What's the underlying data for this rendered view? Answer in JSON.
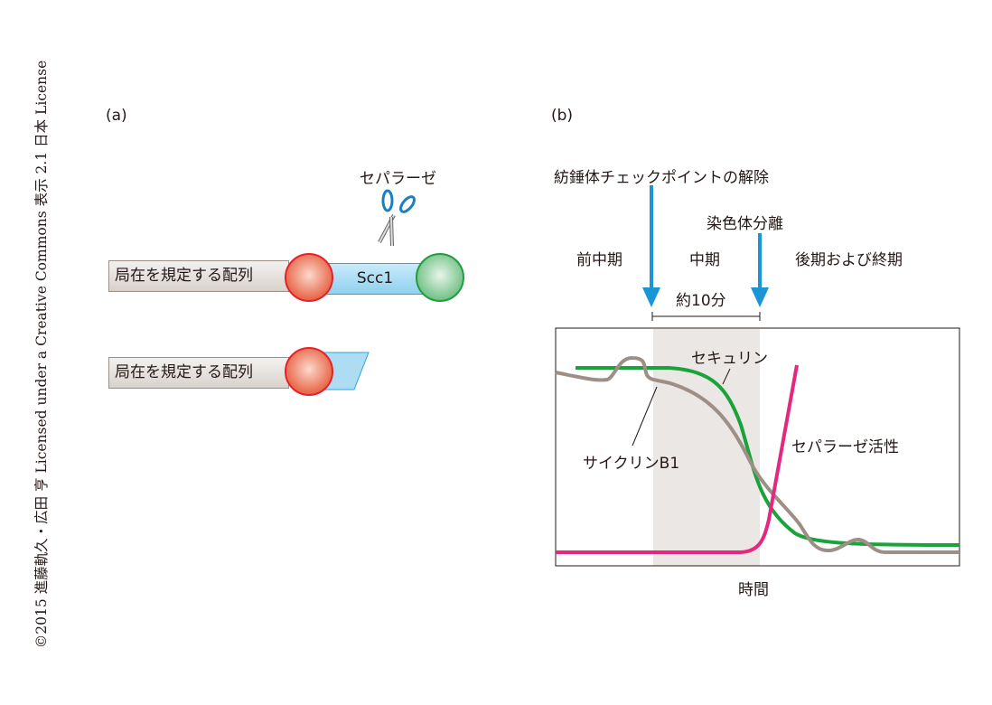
{
  "copyright": "©2015 進藤軌久・広田 亨 Licensed under a Creative Commons 表示 2.1 日本 License",
  "panel_a": {
    "label": "(a)",
    "separase": "セパラーゼ",
    "sequence_label": "局在を規定する配列",
    "scc1": "Scc1",
    "sequence_label_2": "局在を規定する配列"
  },
  "panel_b": {
    "label": "(b)",
    "checkpoint_release": "紡錘体チェックポイントの解除",
    "chromatid_separation": "染色体分離",
    "prometaphase": "前中期",
    "metaphase": "中期",
    "anaphase_telophase": "後期および終期",
    "duration": "約10分",
    "securin": "セキュリン",
    "cyclin_b1": "サイクリンB1",
    "separase_activity": "セパラーゼ活性",
    "xlabel": "時間",
    "colors": {
      "securin": "#1aa33a",
      "cyclin": "#9d8f86",
      "separase": "#e4287f",
      "arrow": "#1b95d6",
      "shade": "#ebe7e4"
    }
  }
}
